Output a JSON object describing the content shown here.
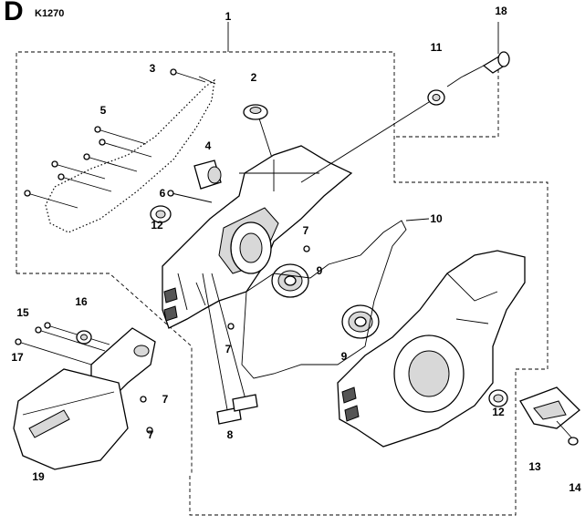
{
  "header": {
    "letter": "D",
    "code": "K1270"
  },
  "callouts": {
    "c1": "1",
    "c2": "2",
    "c3": "3",
    "c4": "4",
    "c5": "5",
    "c6": "6",
    "c7a": "7",
    "c7b": "7",
    "c7c": "7",
    "c7d": "7",
    "c8": "8",
    "c9a": "9",
    "c9b": "9",
    "c10": "10",
    "c11": "11",
    "c12a": "12",
    "c12b": "12",
    "c13": "13",
    "c14": "14",
    "c15": "15",
    "c16": "16",
    "c17": "17",
    "c18": "18",
    "c19": "19"
  }
}
